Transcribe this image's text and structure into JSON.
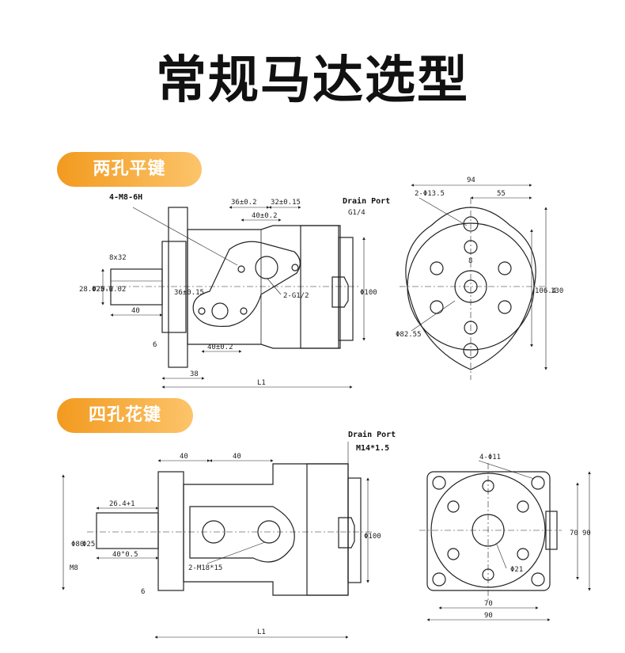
{
  "title": "常规马达选型",
  "sections": [
    {
      "label": "两孔平键"
    },
    {
      "label": "四孔花键"
    }
  ],
  "drawing1": {
    "port_holes": "4-M8-6H",
    "dim_36": "36±0.2",
    "dim_32": "32±0.15",
    "dim_40": "40±0.2",
    "drain_port": "Drain Port",
    "drain_size": "G1/4",
    "key": "8x32",
    "shaft_28": "28.0-0.2",
    "shaft_25": "Φ25-0.02",
    "len_40": "40",
    "port_g": "2-G1/2",
    "dia_100": "Φ100",
    "dim_40b": "40±0.2",
    "dim_6": "6",
    "dim_38": "38",
    "dim_L1": "L1",
    "side_36": "36±0.15"
  },
  "drawing1_front": {
    "dim_94": "94",
    "dim_55": "55",
    "holes": "2-Φ13.5",
    "dim_1064": "106.4",
    "dim_130": "130",
    "pcd": "Φ82.55",
    "key_8": "8"
  },
  "drawing2": {
    "dim_40a": "40",
    "dim_40b": "40",
    "drain_port": "Drain Port",
    "drain_size": "M14*1.5",
    "spline_len": "26.4+1",
    "dia_80": "Φ80",
    "dia_25": "Φ25",
    "dim_40c": "40°0.5",
    "m8": "M8",
    "ports": "2-M18*15",
    "dia_100": "Φ100",
    "dim_6": "6",
    "dim_L1": "L1"
  },
  "drawing2_front": {
    "holes": "4-Φ11",
    "dim_70v": "70",
    "dim_90v": "90",
    "dim_70h": "70",
    "dim_90h": "90",
    "spline": "Φ21"
  }
}
